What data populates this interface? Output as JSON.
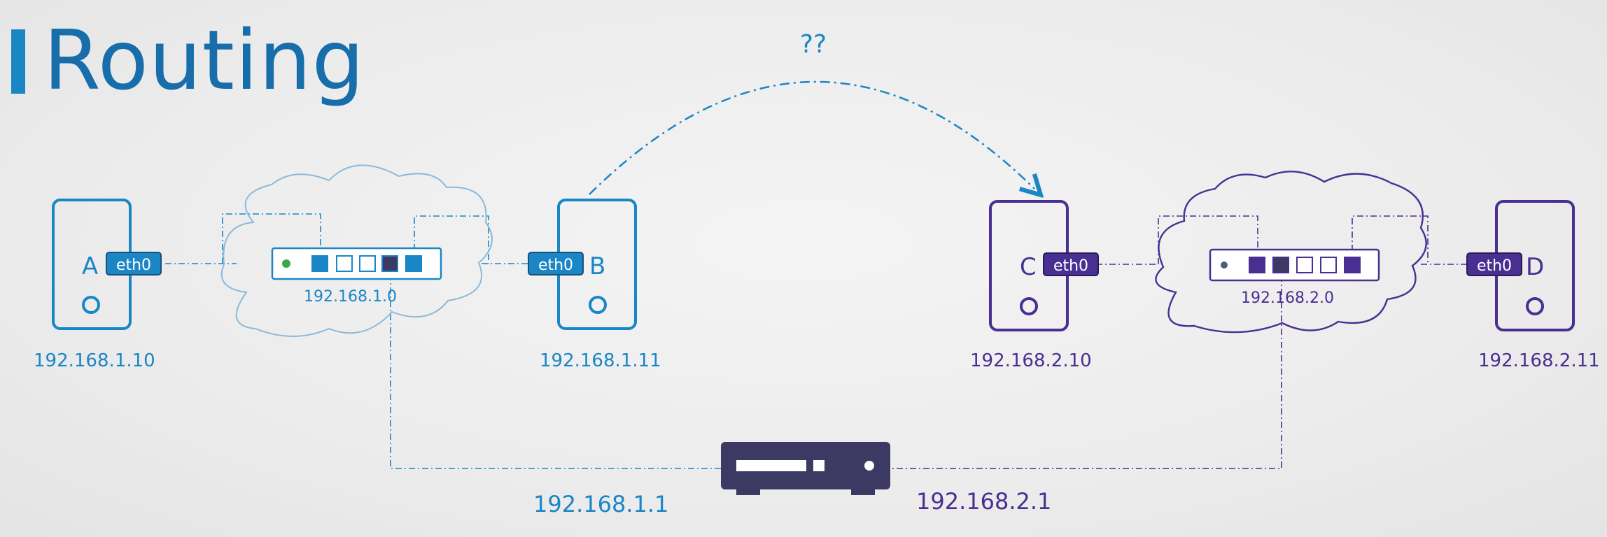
{
  "title": "Routing",
  "question_mark": "??",
  "colors": {
    "left_network": "#1b86c6",
    "right_network": "#4a2f92",
    "router": "#3c3963",
    "title": "#176eaa"
  },
  "network_left": {
    "address": "192.168.1.0",
    "hosts": [
      {
        "name": "A",
        "interface": "eth0",
        "ip": "192.168.1.10"
      },
      {
        "name": "B",
        "interface": "eth0",
        "ip": "192.168.1.11"
      }
    ]
  },
  "network_right": {
    "address": "192.168.2.0",
    "hosts": [
      {
        "name": "C",
        "interface": "eth0",
        "ip": "192.168.2.10"
      },
      {
        "name": "D",
        "interface": "eth0",
        "ip": "192.168.2.11"
      }
    ]
  },
  "router": {
    "left_ip": "192.168.1.1",
    "right_ip": "192.168.2.1",
    "icon": "router-icon"
  }
}
